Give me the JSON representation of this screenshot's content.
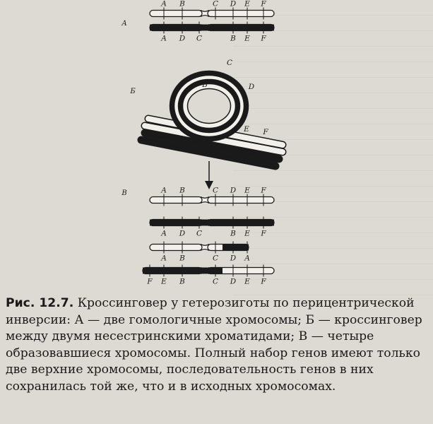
{
  "figure": {
    "panel_labels": {
      "a": "А",
      "b": "Б",
      "v": "В"
    },
    "top_genes": [
      "A",
      "B",
      "C",
      "D",
      "E",
      "F"
    ],
    "inv_genes": [
      "A",
      "D",
      "C",
      "B",
      "E",
      "F"
    ],
    "loop_genes": [
      "C",
      "D",
      "B"
    ],
    "loop_tail_genes": [
      "E",
      "F"
    ],
    "result_1": [
      "A",
      "B",
      "C",
      "D",
      "E",
      "F"
    ],
    "result_2": [
      "A",
      "D",
      "C",
      "B",
      "E",
      "F"
    ],
    "result_3": [
      "A",
      "B",
      "C",
      "D",
      "A"
    ],
    "result_4": [
      "F",
      "E",
      "B",
      "C",
      "D",
      "E",
      "F"
    ],
    "colors": {
      "ink": "#1a1a1a",
      "paper": "#f2f0ea"
    }
  },
  "caption": {
    "label": "Рис. 12.7.",
    "text": "Кроссинговер у гетерозиготы по перицентрической инверсии: А — две гомологичные хромосомы; Б — кроссинговер между двумя несестринскими хроматидами; В — четыре образовавшиеся хромосомы. Полный набор генов имеют только две верхние хромосомы, последовательность генов в них сохранилась той же, что и в исходных хромосомах."
  }
}
